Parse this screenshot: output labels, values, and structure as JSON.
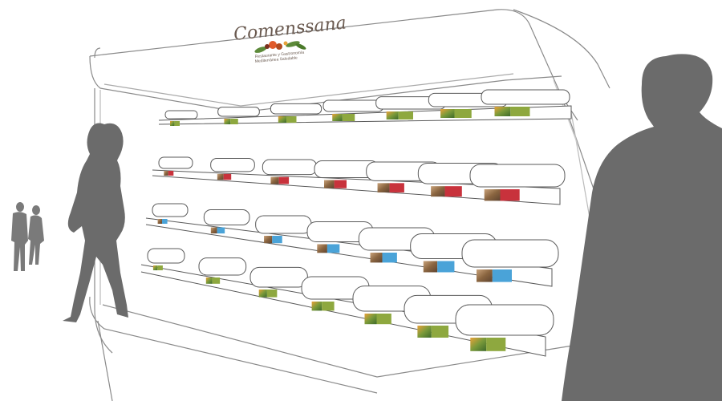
{
  "brand": {
    "name": "Comenssana",
    "tagline_line1": "Restaurante y Gastronomía",
    "tagline_line2": "Mediterránea Saludable"
  },
  "colors": {
    "silhouette": "#6b6b6b",
    "silhouette_far": "#7a7a7a",
    "outline": "#5a5a5a",
    "label_green": "#8ea83f",
    "label_red": "#c8323c",
    "label_blue": "#4aa3d8",
    "brand_text": "#6a5a50",
    "leaf": "#5d8a3a",
    "fruit": "#e05a2a"
  }
}
